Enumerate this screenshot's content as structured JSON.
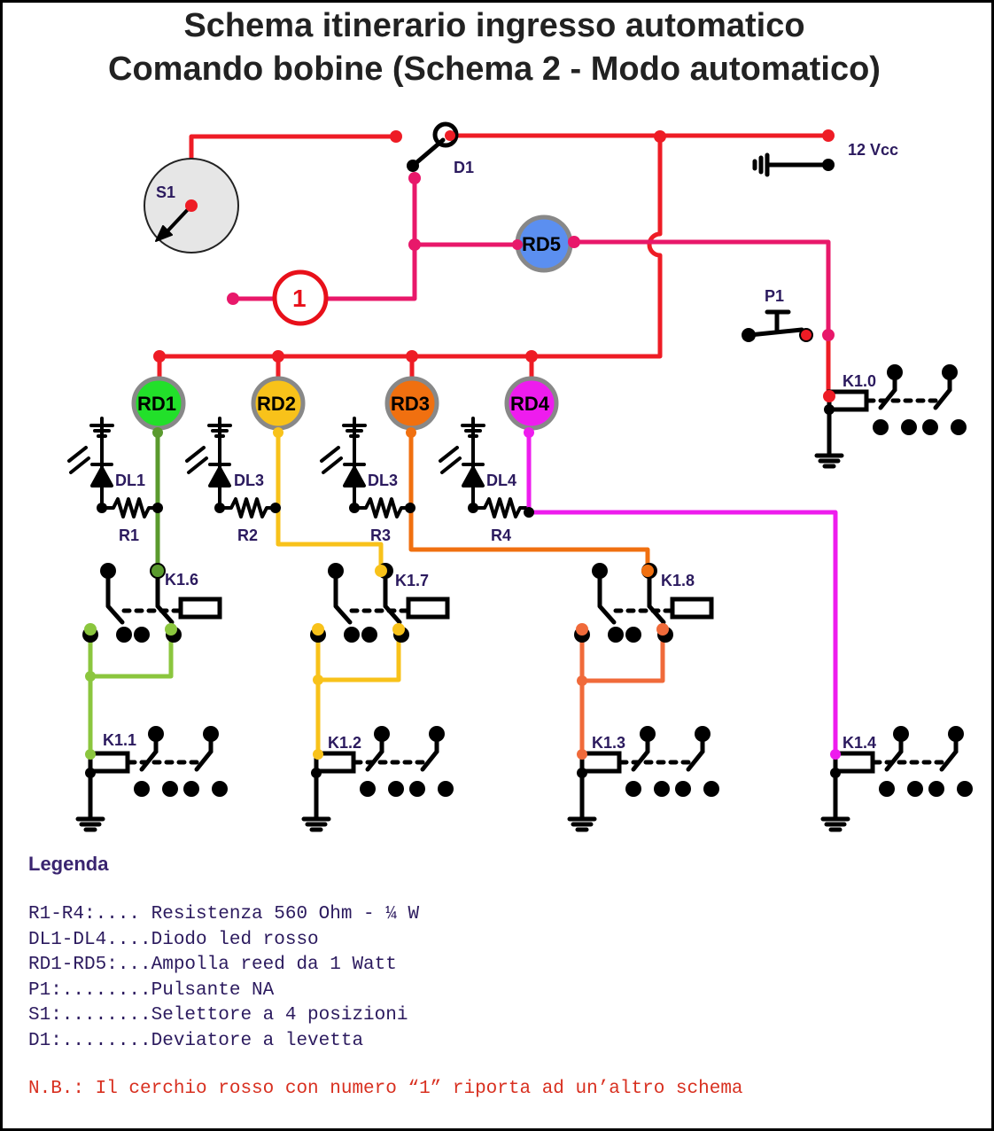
{
  "title_line1": "Schema itinerario ingresso automatico",
  "title_line2": "Comando bobine (Schema 2 - Modo automatico)",
  "labels": {
    "supply": "12 Vcc",
    "s1": "S1",
    "d1": "D1",
    "rd5": "RD5",
    "link_number": "1",
    "p1": "P1",
    "k10": "K1.0",
    "rd1": "RD1",
    "rd2": "RD2",
    "rd3": "RD3",
    "rd4": "RD4",
    "dl_a": "DL1",
    "dl_b": "DL3",
    "dl_c": "DL3",
    "dl_d": "DL4",
    "r1": "R1",
    "r2": "R2",
    "r3": "R3",
    "r4": "R4",
    "k16": "K1.6",
    "k17": "K1.7",
    "k18": "K1.8",
    "k11": "K1.1",
    "k12": "K1.2",
    "k13": "K1.3",
    "k14": "K1.4"
  },
  "colors": {
    "supply_wire": "#ee1c25",
    "switched_wire": "#e8186a",
    "rd1": "#22e02a",
    "rd2": "#f8c21a",
    "rd3": "#f07010",
    "rd4": "#ee1cee",
    "rd5": "#5b8ff0",
    "k16_wire": "#8bc63e",
    "k17_wire": "#f8c21a",
    "k18_wire": "#f06a3a"
  },
  "legend": {
    "title": "Legenda",
    "items": [
      "R1-R4:.... Resistenza 560 Ohm - ¼ W",
      "DL1-DL4....Diodo led rosso",
      "RD1-RD5:...Ampolla reed da 1 Watt",
      "P1:........Pulsante NA",
      "S1:........Selettore a 4 posizioni",
      "D1:........Deviatore a levetta"
    ],
    "note": "N.B.: Il cerchio rosso con numero “1” riporta ad un’altro schema"
  }
}
